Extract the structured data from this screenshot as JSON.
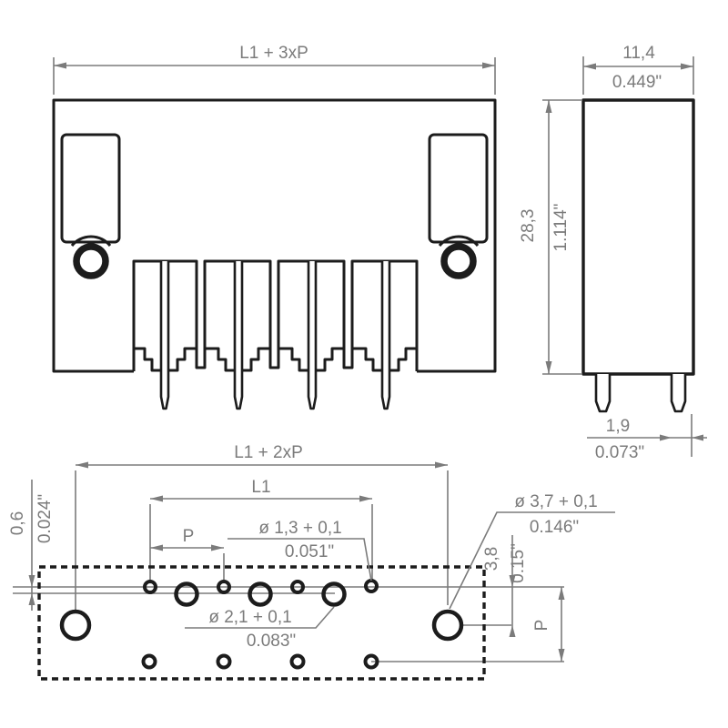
{
  "title": "connector-dimension-drawing",
  "front_view": {
    "width_dim": "L1 + 3xP"
  },
  "side_view": {
    "width_mm": "11,4",
    "width_in": "0.449\"",
    "height_mm": "28,3",
    "height_in": "1.114\"",
    "pin_mm": "1,9",
    "pin_in": "0.073\""
  },
  "drill_plan": {
    "total_dim": "L1 + 2xP",
    "l1_dim": "L1",
    "pitch_h": "P",
    "pitch_v": "P",
    "small_hole_mm": "ø 1,3 + 0,1",
    "small_hole_in": "0.051\"",
    "mid_hole_mm": "ø 2,1 + 0,1",
    "mid_hole_in": "0.083\"",
    "large_hole_mm": "ø 3,7 + 0,1",
    "large_hole_in": "0.146\"",
    "row_offset_mm": "0,6",
    "row_offset_in": "0.024\"",
    "row_dist_mm": "3,8",
    "row_dist_in": "0.15\""
  },
  "colors": {
    "outline": "#1c1c1c",
    "dimension": "#7b7b7b",
    "background": "#ffffff"
  }
}
